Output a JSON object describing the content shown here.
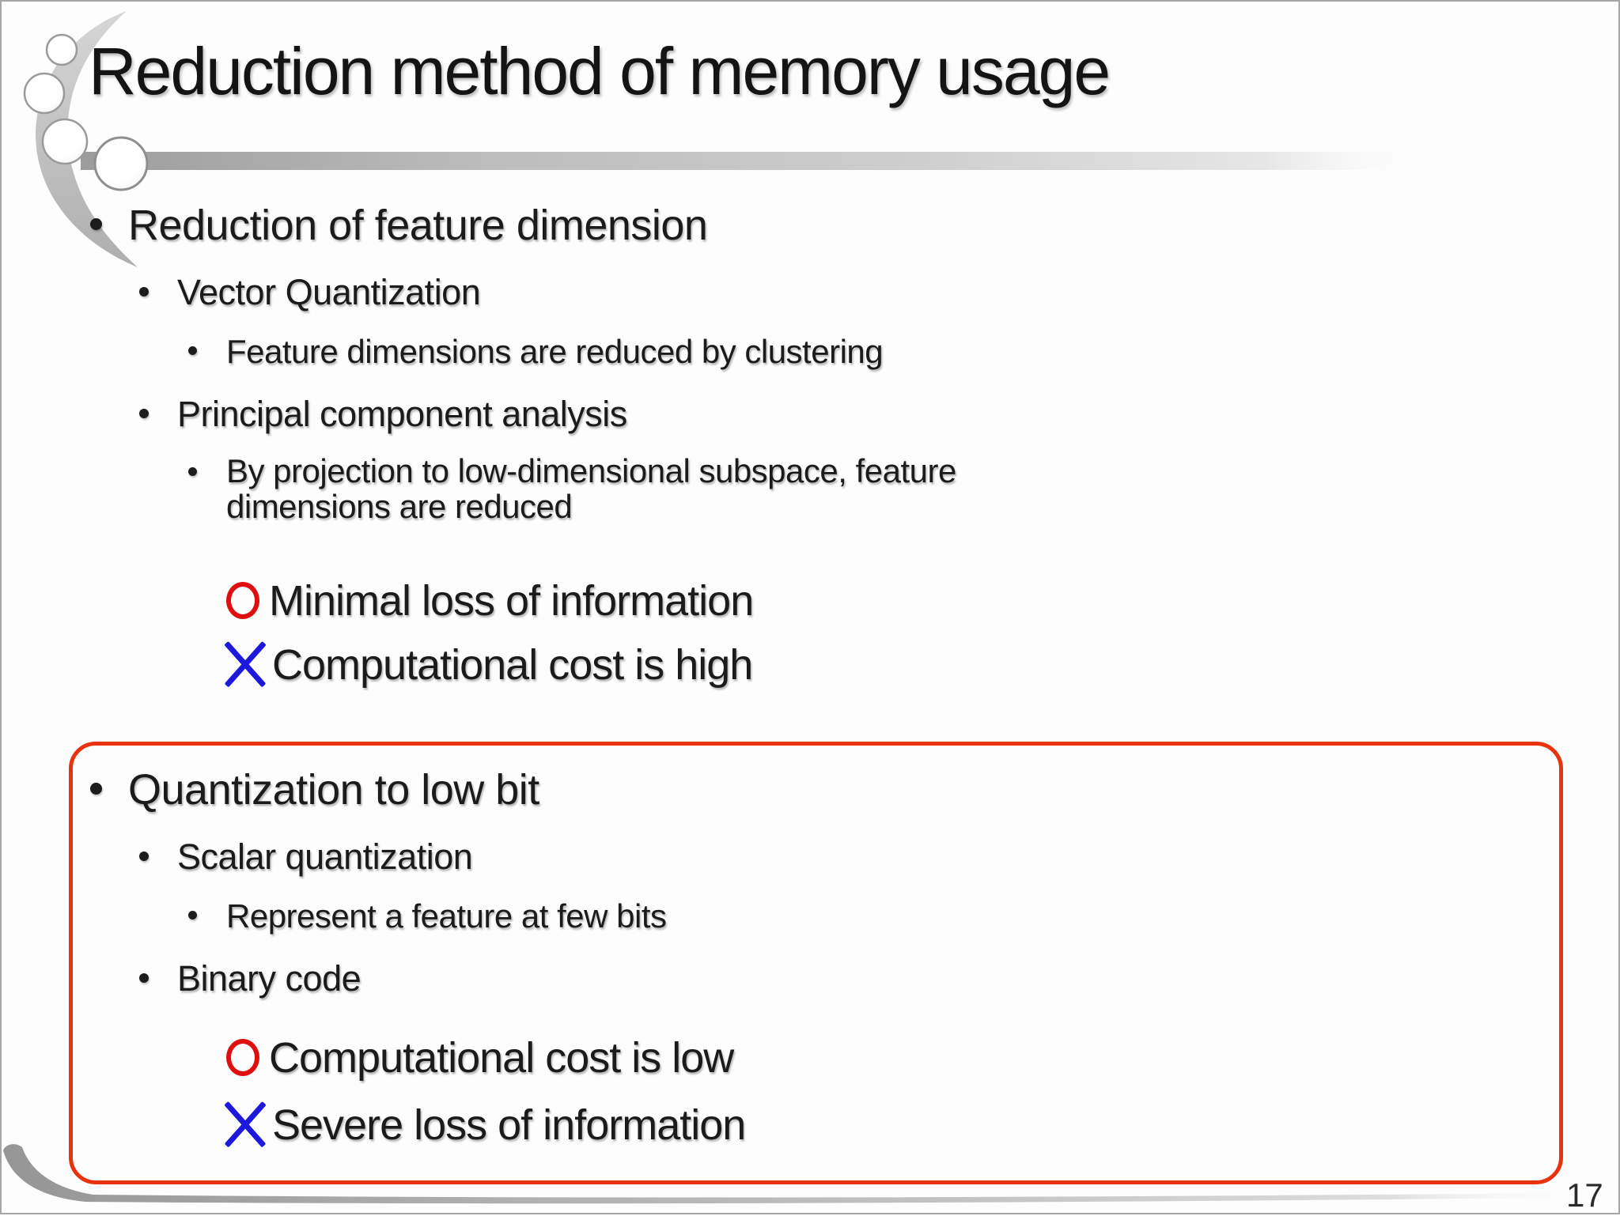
{
  "slide": {
    "title": "Reduction method of memory usage",
    "page_number": "17",
    "colors": {
      "highlight_box_red": "#e8330e",
      "pro_marker_red": "#e00f0f",
      "con_marker_blue": "#1c18dc"
    },
    "markers": {
      "positive": {
        "icon": "circle-outline-icon",
        "color": "#e00f0f"
      },
      "negative": {
        "icon": "cross-icon",
        "color": "#1c18dc"
      }
    },
    "section1": {
      "items": [
        {
          "level": 1,
          "text": "Reduction of feature dimension"
        },
        {
          "level": 2,
          "text": "Vector Quantization"
        },
        {
          "level": 3,
          "text": "Feature dimensions are reduced by clustering"
        },
        {
          "level": 2,
          "text": "Principal component analysis"
        },
        {
          "level": 3,
          "text": "By projection to low-dimensional subspace, feature dimensions are reduced"
        }
      ],
      "pros_cons": [
        {
          "marker": "circle",
          "text": "Minimal loss of information"
        },
        {
          "marker": "cross",
          "text": "Computational cost is high"
        }
      ]
    },
    "section2": {
      "boxed": true,
      "items": [
        {
          "level": 1,
          "text": "Quantization to low bit"
        },
        {
          "level": 2,
          "text": "Scalar quantization"
        },
        {
          "level": 3,
          "text": "Represent a feature at few bits"
        },
        {
          "level": 2,
          "text": "Binary code"
        }
      ],
      "pros_cons": [
        {
          "marker": "circle",
          "text": "Computational cost is low"
        },
        {
          "marker": "cross",
          "text": "Severe loss of information"
        }
      ]
    }
  }
}
